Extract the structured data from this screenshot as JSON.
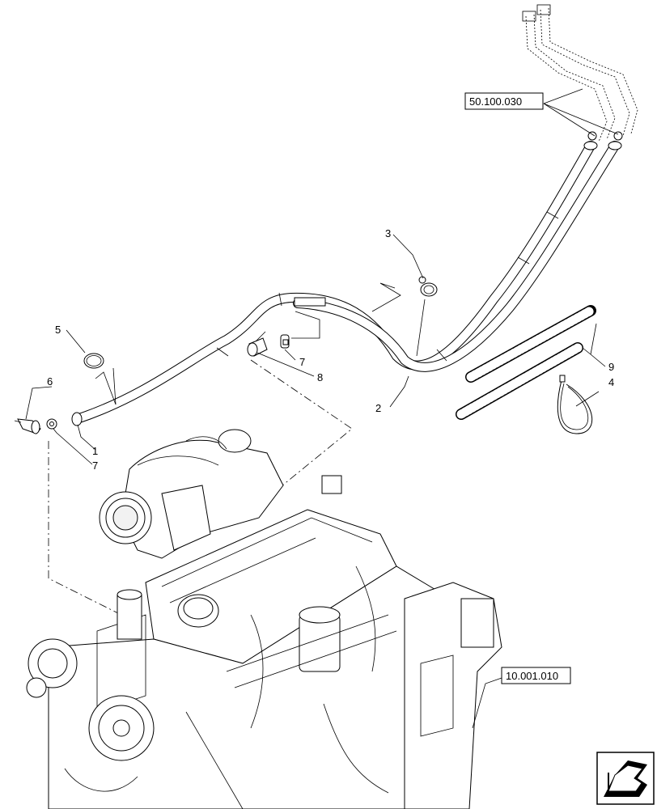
{
  "callouts": {
    "c1": "1",
    "c2": "2",
    "c3": "3",
    "c4": "4",
    "c5": "5",
    "c6": "6",
    "c7a": "7",
    "c7b": "7",
    "c8": "8",
    "c9": "9"
  },
  "references": {
    "top": "50.100.030",
    "engine": "10.001.010"
  },
  "icons": {
    "nav": "page-turn-arrow-icon"
  }
}
